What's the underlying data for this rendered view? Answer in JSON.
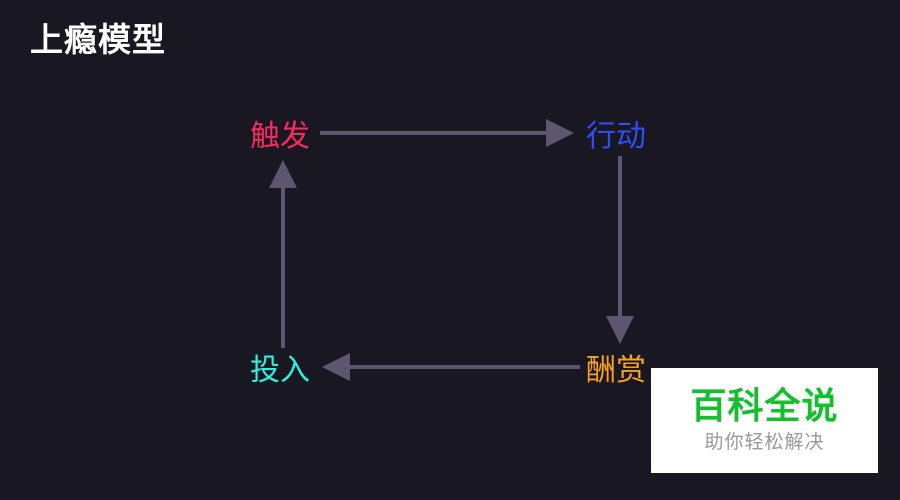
{
  "page": {
    "title": "上瘾模型",
    "background_color": "#191722"
  },
  "diagram": {
    "type": "cycle",
    "arrow_color": "#5d566f",
    "nodes": [
      {
        "id": "trigger",
        "label": "触发",
        "color": "#f42c5e",
        "position": "top-left"
      },
      {
        "id": "action",
        "label": "行动",
        "color": "#2f4ef7",
        "position": "top-right"
      },
      {
        "id": "reward",
        "label": "酬赏",
        "color": "#f5a31e",
        "position": "bottom-right"
      },
      {
        "id": "investment",
        "label": "投入",
        "color": "#2ef0dc",
        "position": "bottom-left"
      }
    ],
    "edges": [
      {
        "from": "trigger",
        "to": "action",
        "direction": "right"
      },
      {
        "from": "action",
        "to": "reward",
        "direction": "down"
      },
      {
        "from": "reward",
        "to": "investment",
        "direction": "left"
      },
      {
        "from": "investment",
        "to": "trigger",
        "direction": "up"
      }
    ]
  },
  "watermark": {
    "title": "百科全说",
    "subtitle": "助你轻松解决",
    "title_color": "#13bf2c",
    "subtitle_color": "#9a9a9a",
    "background_color": "#ffffff"
  }
}
